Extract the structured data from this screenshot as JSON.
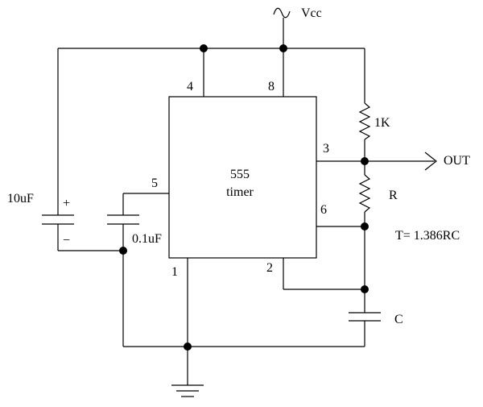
{
  "supply_label": "Vcc",
  "output_label": "OUT",
  "chip": {
    "line1": "555",
    "line2": "timer"
  },
  "pins": {
    "p1": "1",
    "p2": "2",
    "p3": "3",
    "p4": "4",
    "p5": "5",
    "p6": "6",
    "p8": "8"
  },
  "components": {
    "r1": "1K",
    "r": "R",
    "c": "C",
    "cap_big": "10uF",
    "cap_small": "0.1uF",
    "plus": "+",
    "minus": "−"
  },
  "formula": "T= 1.386RC"
}
